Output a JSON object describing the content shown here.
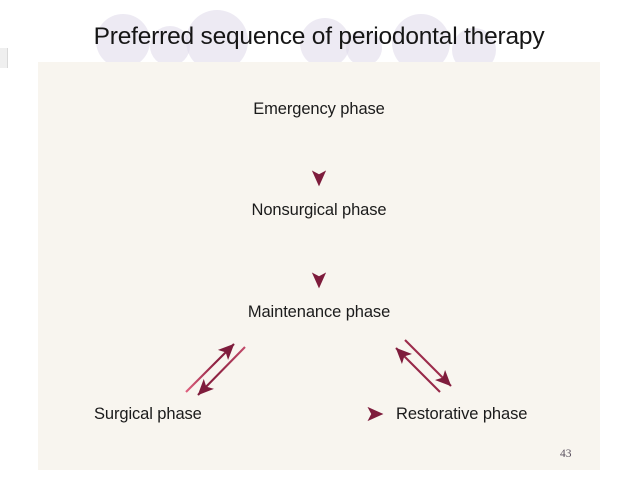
{
  "slide": {
    "title": "Preferred sequence of periodontal therapy",
    "page_number": "43",
    "background_color": "#ffffff",
    "panel_color": "#f8f5ef",
    "title_color": "#161616",
    "title_decoration_color": "#ded8ea"
  },
  "diagram": {
    "type": "flowchart",
    "accent_color": "#8c2244",
    "nodes": [
      {
        "id": "emergency",
        "label": "Emergency phase"
      },
      {
        "id": "nonsurgical",
        "label": "Nonsurgical phase"
      },
      {
        "id": "maintenance",
        "label": "Maintenance phase"
      },
      {
        "id": "surgical",
        "label": "Surgical phase"
      },
      {
        "id": "restorative",
        "label": "Restorative phase"
      }
    ],
    "edges": [
      {
        "from": "emergency",
        "to": "nonsurgical",
        "direction": "down",
        "style": "single-arrow"
      },
      {
        "from": "nonsurgical",
        "to": "maintenance",
        "direction": "down",
        "style": "single-arrow"
      },
      {
        "from": "surgical",
        "to": "maintenance",
        "direction": "up-right",
        "style": "single-arrow"
      },
      {
        "from": "maintenance",
        "to": "surgical",
        "direction": "down-left",
        "style": "single-arrow"
      },
      {
        "from": "restorative",
        "to": "maintenance",
        "direction": "up-left",
        "style": "single-arrow"
      },
      {
        "from": "maintenance",
        "to": "restorative",
        "direction": "down-right",
        "style": "single-arrow"
      },
      {
        "from": "surgical",
        "to": "restorative",
        "direction": "right",
        "style": "single-arrow"
      }
    ]
  }
}
